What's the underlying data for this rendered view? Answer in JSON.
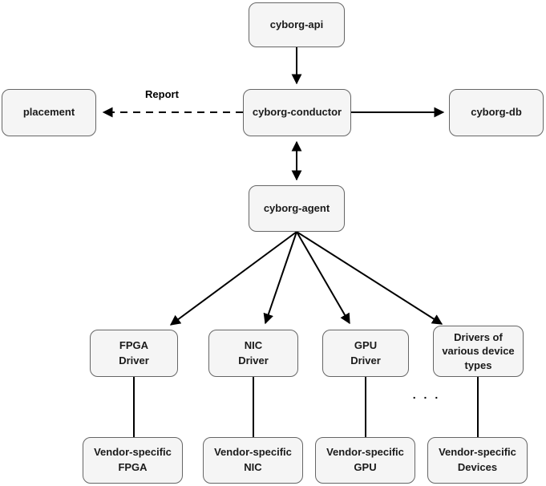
{
  "diagram": {
    "background_color": "#ffffff",
    "node_fill_color": "#f5f5f5",
    "node_border_color": "#666666",
    "arrow_color": "#000000",
    "nodes": {
      "cyborg_api": "cyborg-api",
      "placement": "placement",
      "cyborg_conductor": "cyborg-conductor",
      "cyborg_db": "cyborg-db",
      "cyborg_agent": "cyborg-agent",
      "fpga_driver": "FPGA\nDriver",
      "nic_driver": "NIC\nDriver",
      "gpu_driver": "GPU\nDriver",
      "various_drivers": "Drivers of\nvarious device\ntypes",
      "vendor_fpga": "Vendor-specific\nFPGA",
      "vendor_nic": "Vendor-specific\nNIC",
      "vendor_gpu": "Vendor-specific\nGPU",
      "vendor_devices": "Vendor-specific\nDevices"
    },
    "edges": {
      "report_label": "Report",
      "ellipsis": ". . ."
    }
  }
}
